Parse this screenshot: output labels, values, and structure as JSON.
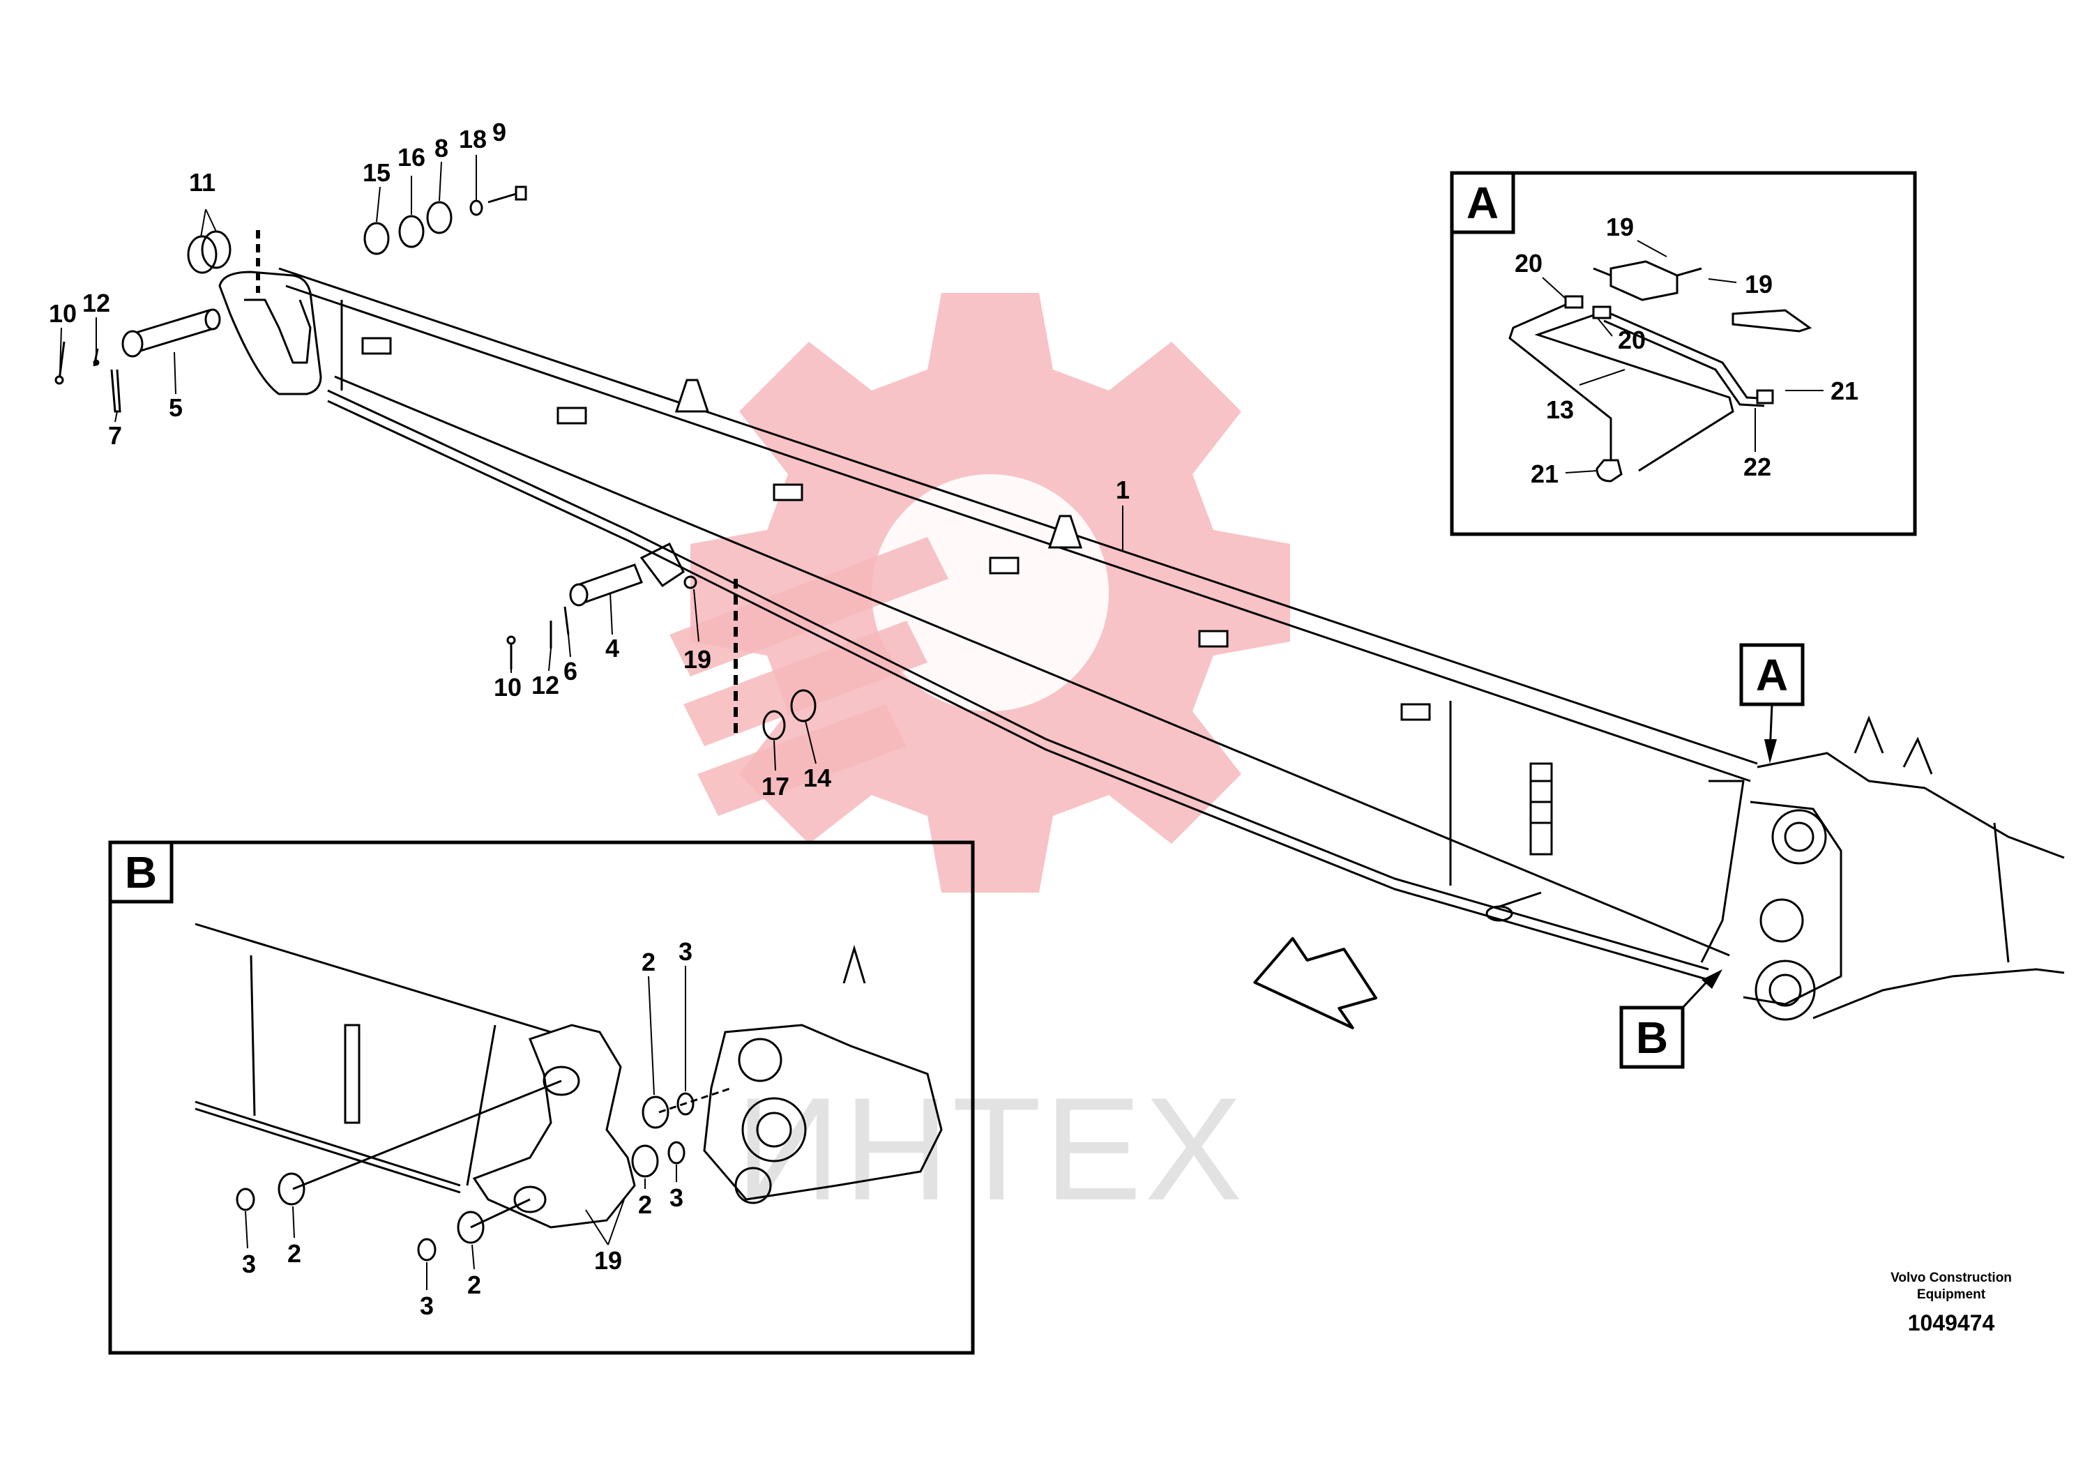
{
  "diagram": {
    "main_labels": [
      {
        "id": "label-1",
        "text": "1"
      },
      {
        "id": "label-4",
        "text": "4"
      },
      {
        "id": "label-5",
        "text": "5"
      },
      {
        "id": "label-6",
        "text": "6"
      },
      {
        "id": "label-7",
        "text": "7"
      },
      {
        "id": "label-8",
        "text": "8"
      },
      {
        "id": "label-9",
        "text": "9"
      },
      {
        "id": "label-10-top",
        "text": "10"
      },
      {
        "id": "label-10-mid",
        "text": "10"
      },
      {
        "id": "label-11",
        "text": "11"
      },
      {
        "id": "label-12-top",
        "text": "12"
      },
      {
        "id": "label-12-mid",
        "text": "12"
      },
      {
        "id": "label-14",
        "text": "14"
      },
      {
        "id": "label-15",
        "text": "15"
      },
      {
        "id": "label-16",
        "text": "16"
      },
      {
        "id": "label-17",
        "text": "17"
      },
      {
        "id": "label-18",
        "text": "18"
      },
      {
        "id": "label-19-main",
        "text": "19"
      }
    ],
    "detail_a": {
      "letter": "A",
      "labels": [
        {
          "id": "a-19-top",
          "text": "19"
        },
        {
          "id": "a-19-right",
          "text": "19"
        },
        {
          "id": "a-20-left",
          "text": "20"
        },
        {
          "id": "a-20-right",
          "text": "20"
        },
        {
          "id": "a-13",
          "text": "13"
        },
        {
          "id": "a-21-right",
          "text": "21"
        },
        {
          "id": "a-21-left",
          "text": "21"
        },
        {
          "id": "a-22",
          "text": "22"
        }
      ]
    },
    "detail_b": {
      "letter": "B",
      "labels": [
        {
          "id": "b-2-top",
          "text": "2"
        },
        {
          "id": "b-3-top",
          "text": "3"
        },
        {
          "id": "b-2-right",
          "text": "2"
        },
        {
          "id": "b-3-right",
          "text": "3"
        },
        {
          "id": "b-2-left",
          "text": "2"
        },
        {
          "id": "b-3-left",
          "text": "3"
        },
        {
          "id": "b-2-bottom",
          "text": "2"
        },
        {
          "id": "b-3-bottom",
          "text": "3"
        },
        {
          "id": "b-19",
          "text": "19"
        }
      ]
    },
    "callout_a": "A",
    "callout_b": "B",
    "footer": {
      "company_line1": "Volvo Construction",
      "company_line2": "Equipment",
      "drawing_number": "1049474"
    },
    "watermark": {
      "text": "ИНТЕХ",
      "gear_color": "#f5b5b8",
      "text_color": "#e2e2e2"
    }
  }
}
